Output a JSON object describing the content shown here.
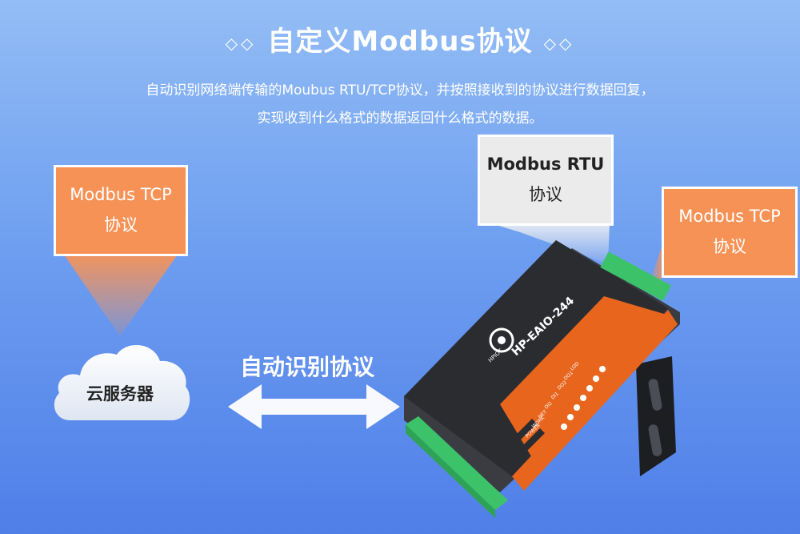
{
  "header": {
    "deco_left": "◇◇",
    "title": "自定义Modbus协议",
    "deco_right": "◇◇"
  },
  "description": {
    "line1": "自动识别网络端传输的Moubus RTU/TCP协议，并按照接收到的协议进行数据回复，",
    "line2": "实现收到什么格式的数据返回什么格式的数据。"
  },
  "boxes": {
    "left_tcp": {
      "line1": "Modbus TCP",
      "line2": "协议"
    },
    "center_rtu": {
      "line1": "Modbus RTU",
      "line2": "协议"
    },
    "right_tcp": {
      "line1": "Modbus TCP",
      "line2": "协议"
    }
  },
  "cloud": {
    "label": "云服务器"
  },
  "arrow": {
    "label": "自动识别协议"
  },
  "device": {
    "model": "HP-EAIO-244",
    "brand": "HPIOT",
    "leds": [
      "LOD",
      "DO1",
      "DO2",
      "DI1",
      "DI2",
      "NET",
      "WORK",
      "POWER"
    ]
  },
  "colors": {
    "orange": "#f79256",
    "device_orange": "#e8651e",
    "device_body": "#2a2c30",
    "terminal_green": "#3cc36a"
  }
}
